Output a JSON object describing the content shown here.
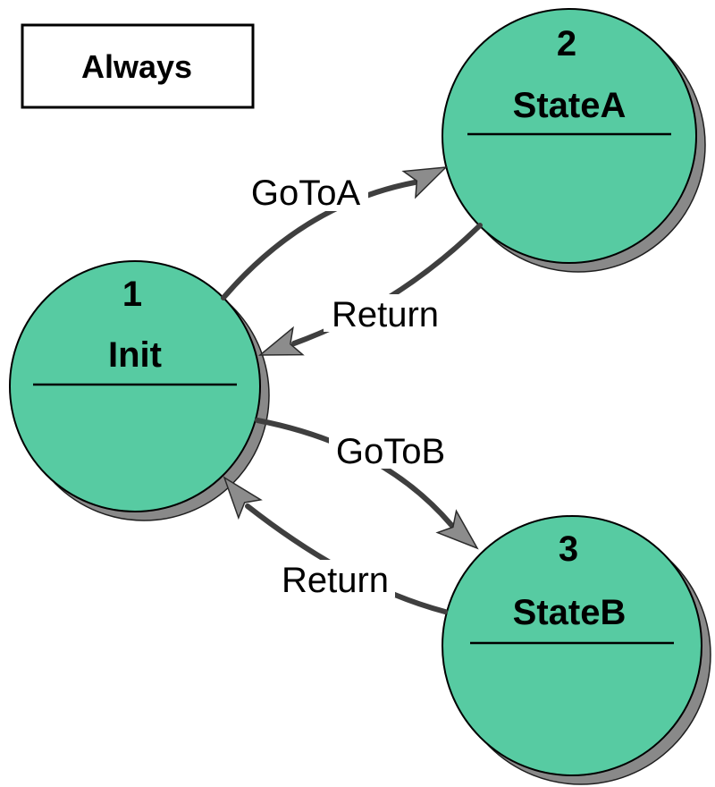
{
  "diagram": {
    "type": "state-transition-diagram",
    "background_color": "#ffffff",
    "state_fill_color": "#57cba2",
    "state_border_color": "#000000",
    "shadow_color": "#898989",
    "transition_line_color": "#3f3f3f",
    "arrowhead_fill_color": "#8c8c8c",
    "text_color": "#000000"
  },
  "always_box": {
    "label": "Always"
  },
  "states": [
    {
      "number": "1",
      "name": "Init"
    },
    {
      "number": "2",
      "name": "StateA"
    },
    {
      "number": "3",
      "name": "StateB"
    }
  ],
  "transitions": [
    {
      "label": "GoToA",
      "from": "Init",
      "to": "StateA"
    },
    {
      "label": "Return",
      "from": "StateA",
      "to": "Init"
    },
    {
      "label": "GoToB",
      "from": "Init",
      "to": "StateB"
    },
    {
      "label": "Return",
      "from": "StateB",
      "to": "Init"
    }
  ]
}
